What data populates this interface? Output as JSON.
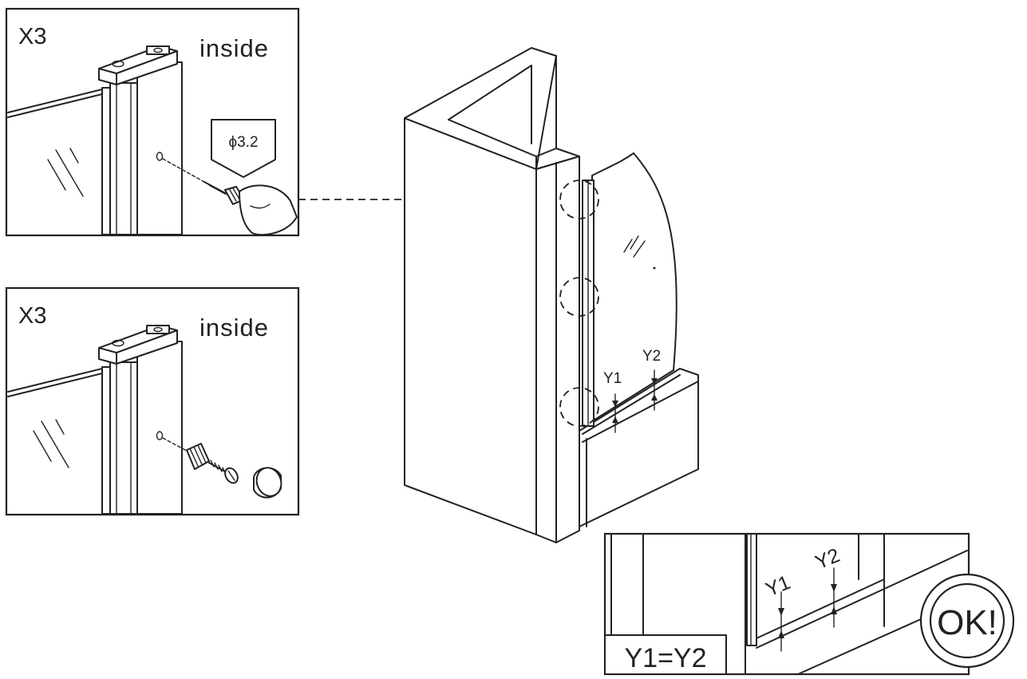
{
  "panels": {
    "drill": {
      "quantity": "X3",
      "side": "inside",
      "drill_size": "ϕ3.2"
    },
    "screw": {
      "quantity": "X3",
      "side": "inside"
    }
  },
  "main": {
    "gap_labels": [
      "Y1",
      "Y2"
    ]
  },
  "detail": {
    "gap_labels": [
      "Y1",
      "Y2"
    ],
    "equation": "Y1=Y2",
    "status": "OK!"
  }
}
